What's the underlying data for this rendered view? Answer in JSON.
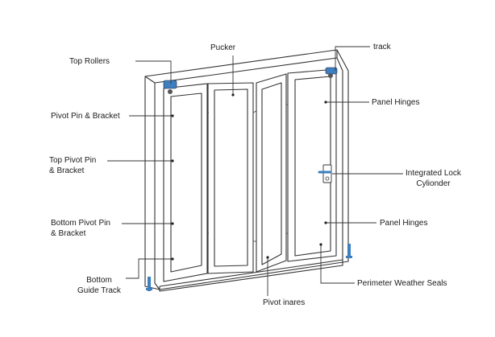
{
  "labels": {
    "top_rollers": "Top Rollers",
    "pucker": "Pucker",
    "track": "track",
    "pivot_pin_bracket": "Pivot Pin & Bracket",
    "panel_hinges_top": "Panel Hinges",
    "top_pivot_pin_line1": "Top Pivot Pin",
    "top_pivot_pin_line2": "& Bracket",
    "integrated_lock_line1": "Integrated Lock",
    "integrated_lock_line2": "Cylionder",
    "bottom_pivot_pin_line1": "Bottom Pivot Pin",
    "bottom_pivot_pin_line2": "& Bracket",
    "panel_hinges_bottom": "Panel Hinges",
    "bottom_guide_line1": "Bottom",
    "bottom_guide_line2": "Guide Track",
    "perimeter_weather_seals": "Perimeter Weather Seals",
    "pivot_inares": "Pivot inares"
  },
  "colors": {
    "line": "#333333",
    "accent": "#3d7fbf"
  }
}
